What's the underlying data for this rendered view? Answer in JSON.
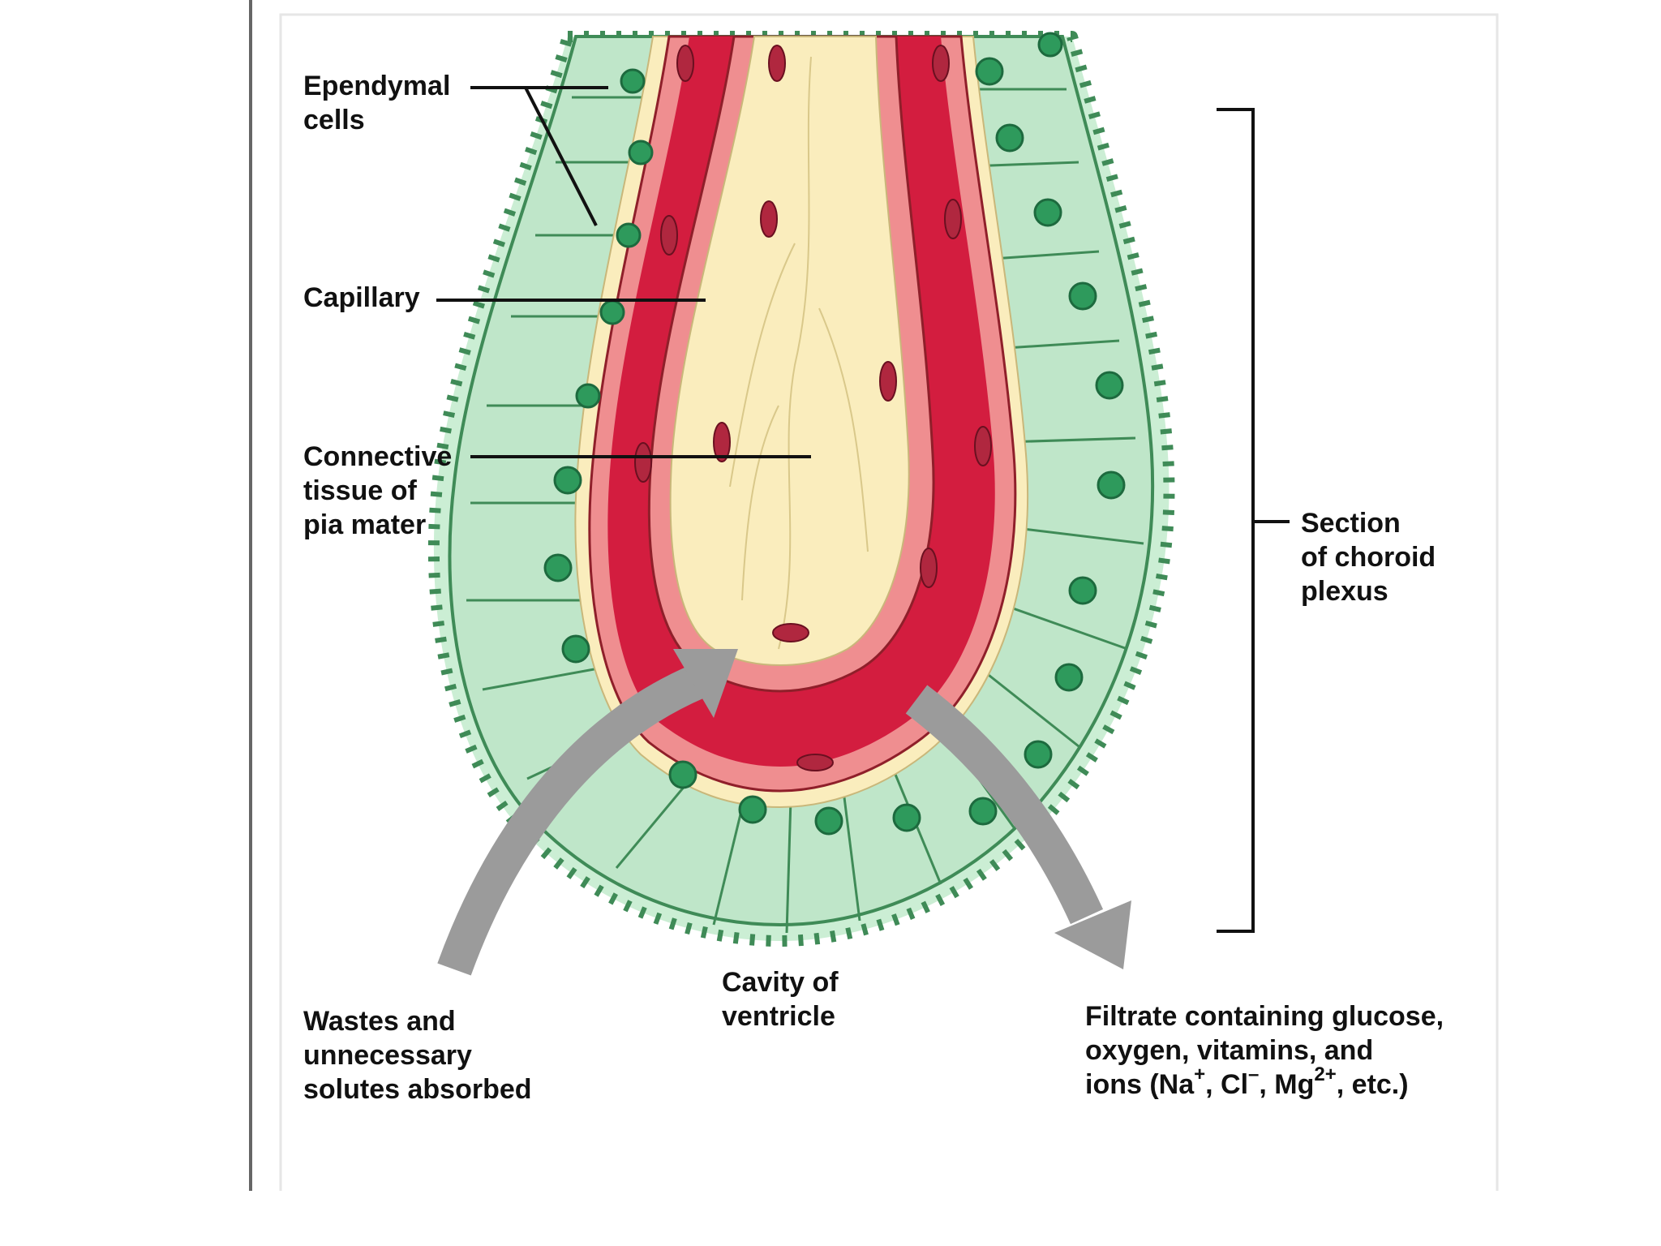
{
  "colors": {
    "epithelium": "#bfe6c9",
    "epithelium_outline": "#3f8b57",
    "nucleus": "#2e9a5c",
    "connective": "#faedbd",
    "blood": "#d31d3f",
    "endothelium": "#ef8e90",
    "arrow": "#9b9b9b"
  },
  "labels": {
    "ependymal": [
      "Ependymal",
      "cells"
    ],
    "capillary": "Capillary",
    "connective": [
      "Connective",
      "tissue of",
      "pia mater"
    ],
    "section": [
      "Section",
      "of choroid",
      "plexus"
    ],
    "cavity": [
      "Cavity of",
      "ventricle"
    ],
    "wastes": [
      "Wastes and",
      "unnecessary",
      "solutes absorbed"
    ],
    "filtrate": {
      "line1": "Filtrate containing glucose,",
      "line2": "oxygen, vitamins, and",
      "line3_pre": "ions (Na",
      "sup_na": "+",
      "sep1": ", Cl",
      "sup_cl": "–",
      "sep2": ", Mg",
      "sup_mg": "2+",
      "line3_post": ", etc.)"
    }
  }
}
